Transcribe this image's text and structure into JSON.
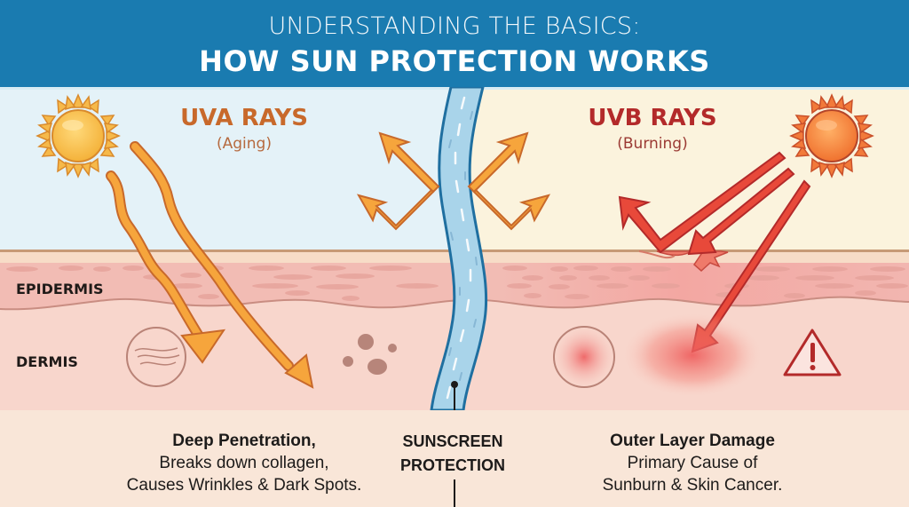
{
  "header": {
    "subtitle": "UNDERSTANDING THE BASICS:",
    "title": "HOW SUN PROTECTION WORKS",
    "background_color": "#1a7bb0"
  },
  "uva": {
    "title": "UVA RAYS",
    "subtitle": "(Aging)",
    "color": "#c8692b",
    "icon": "sun-icon",
    "description": {
      "line1": "Deep Penetration,",
      "line2": "Breaks down collagen,",
      "line3": "Causes Wrinkles & Dark Spots."
    }
  },
  "uvb": {
    "title": "UVB RAYS",
    "subtitle": "(Burning)",
    "color": "#b32a2a",
    "icon": "sun-icon",
    "description": {
      "line1": "Outer Layer Damage",
      "line2": "Primary Cause of",
      "line3": "Sunburn & Skin Cancer."
    }
  },
  "skin_layers": {
    "epidermis": "EPIDERMIS",
    "dermis": "DERMIS"
  },
  "sunscreen": {
    "line1": "SUNSCREEN",
    "line2": "PROTECTION",
    "color": "#a9d4ea"
  },
  "icons": [
    "sun-icon",
    "wave-arrow-icon",
    "reflect-arrow-icon",
    "collagen-circle-icon",
    "dark-spots-icon",
    "burn-circle-icon",
    "warning-icon"
  ],
  "colors": {
    "sky_left": "#e4f2f8",
    "sky_right": "#fbf3dd",
    "epidermis": "#f2bcb4",
    "dermis": "#f8d6cc",
    "uva_arrow": "#f6a53c",
    "uvb_arrow": "#e8493a"
  }
}
